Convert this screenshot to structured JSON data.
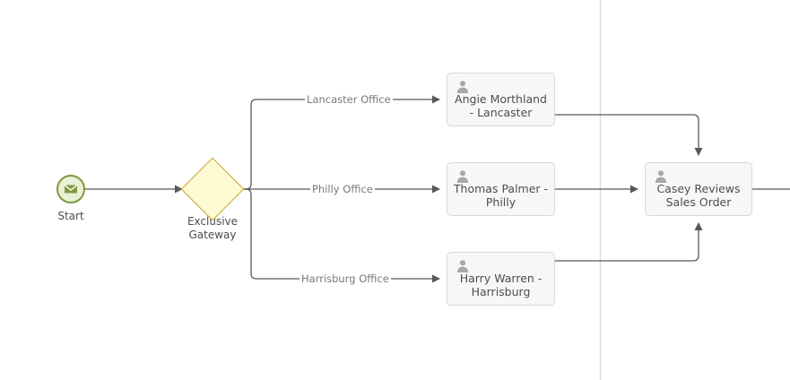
{
  "diagram": {
    "type": "bpmn-process",
    "colors": {
      "background": "#ffffff",
      "connector": "#585858",
      "task_fill": "#f7f7f7",
      "task_border": "#d8d8d8",
      "gateway_fill": "#fefbd4",
      "gateway_border": "#c9a227",
      "start_fill": "#e9f0d5",
      "start_border": "#7f9a3c",
      "start_icon": "#7f9a3c",
      "label_text": "#4d4d4d",
      "flow_label_text": "#7a7a7a",
      "lane_divider": "#dcdcdc",
      "user_icon": "#a8a8a8"
    },
    "start_event": {
      "label": "Start",
      "icon": "envelope-icon",
      "type": "message-start-event"
    },
    "gateway": {
      "label": "Exclusive Gateway",
      "label_line1": "Exclusive",
      "label_line2": "Gateway",
      "icon": "diamond-gateway-icon",
      "type": "exclusive-gateway"
    },
    "tasks": [
      {
        "id": "angie",
        "label_line1": "Angie Morthland",
        "label_line2": "- Lancaster",
        "icon": "user-icon",
        "type": "user-task"
      },
      {
        "id": "thomas",
        "label_line1": "Thomas Palmer -",
        "label_line2": "Philly",
        "icon": "user-icon",
        "type": "user-task"
      },
      {
        "id": "harry",
        "label_line1": "Harry Warren -",
        "label_line2": "Harrisburg",
        "icon": "user-icon",
        "type": "user-task"
      },
      {
        "id": "casey",
        "label_line1": "Casey Reviews",
        "label_line2": "Sales Order",
        "icon": "user-icon",
        "type": "user-task"
      }
    ],
    "flows": [
      {
        "id": "start-to-gateway",
        "label": ""
      },
      {
        "id": "gateway-to-angie",
        "label": "Lancaster Office"
      },
      {
        "id": "gateway-to-thomas",
        "label": "Philly Office"
      },
      {
        "id": "gateway-to-harry",
        "label": "Harrisburg Office"
      },
      {
        "id": "angie-to-casey",
        "label": ""
      },
      {
        "id": "thomas-to-casey",
        "label": ""
      },
      {
        "id": "harry-to-casey",
        "label": ""
      },
      {
        "id": "casey-outgoing",
        "label": ""
      }
    ]
  }
}
